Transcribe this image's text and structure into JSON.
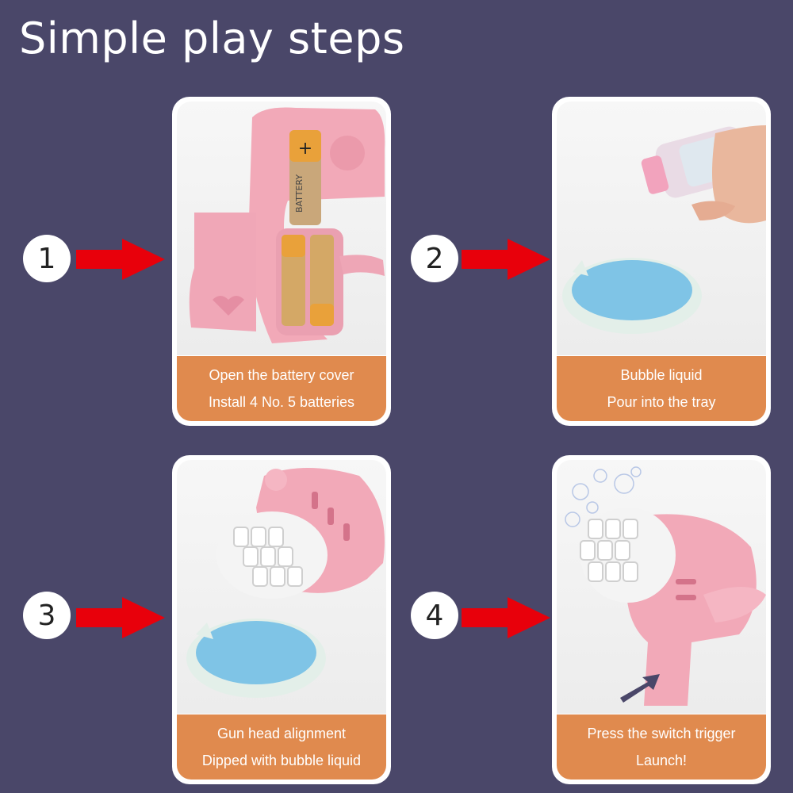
{
  "title": "Simple play steps",
  "colors": {
    "background": "#4a4769",
    "caption": "#e08a4e",
    "arrow": "#e8000b",
    "toy": "#f2a9b8",
    "liquid": "#7fc4e6"
  },
  "steps": [
    {
      "number": "1",
      "line1": "Open the battery cover",
      "line2": "Install 4 No. 5 batteries",
      "image": "battery-install-illustration"
    },
    {
      "number": "2",
      "line1": "Bubble liquid",
      "line2": "Pour into the tray",
      "image": "pour-liquid-illustration"
    },
    {
      "number": "3",
      "line1": "Gun head alignment",
      "line2": "Dipped with bubble liquid",
      "image": "dip-gun-illustration"
    },
    {
      "number": "4",
      "line1": "Press the switch trigger",
      "line2": "Launch!",
      "image": "launch-bubbles-illustration"
    }
  ],
  "battery_label": "BATTERY"
}
